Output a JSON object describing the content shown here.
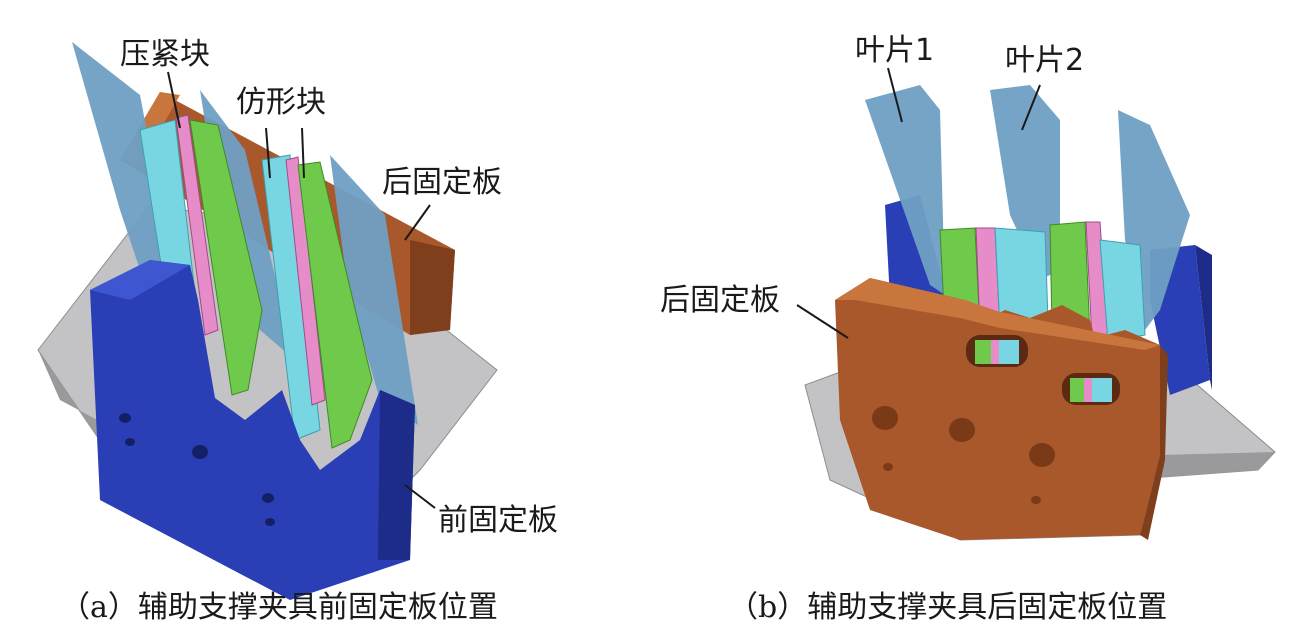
{
  "panel_a": {
    "labels": {
      "pressing_block": "压紧块",
      "profiling_block": "仿形块",
      "rear_plate": "后固定板",
      "front_plate": "前固定板"
    },
    "caption": "（a）辅助支撑夹具前固定板位置"
  },
  "panel_b": {
    "labels": {
      "blade_1": "叶片1",
      "blade_2": "叶片2",
      "rear_plate": "后固定板"
    },
    "caption": "（b）辅助支撑夹具后固定板位置"
  },
  "colors": {
    "front_plate_blue": "#2a3fb5",
    "rear_plate_brown": "#a8582a",
    "blade_blue": "#6f9fc4",
    "cyan_block": "#78d6e3",
    "green_block": "#6fc94a",
    "pink_block": "#e58cc9",
    "base_gray": "#b9b9bb"
  }
}
